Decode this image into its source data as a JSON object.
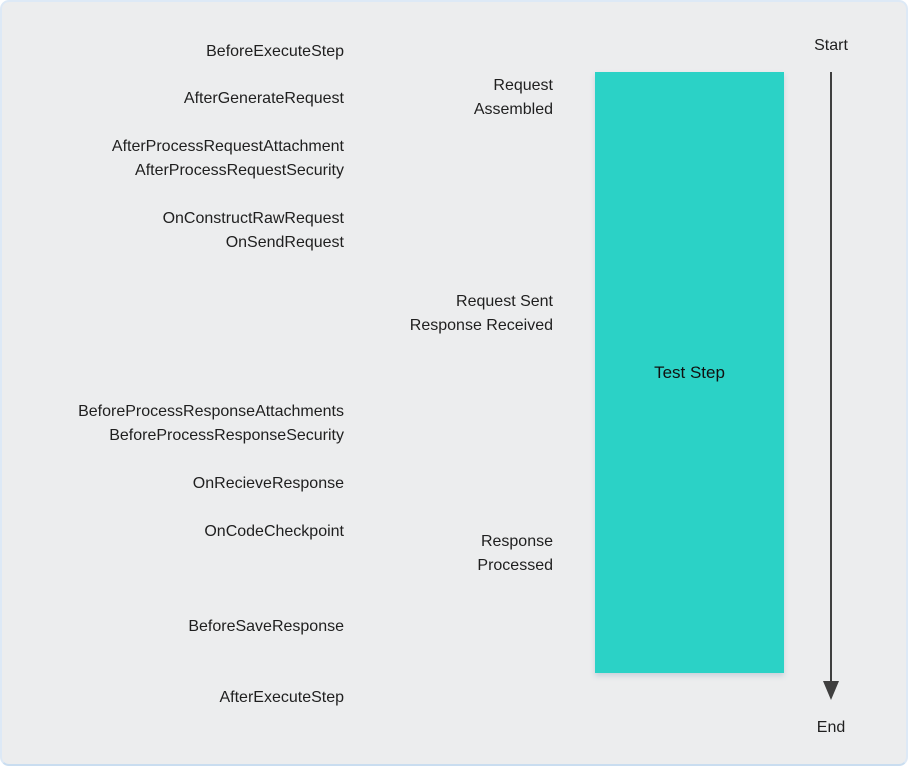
{
  "canvas": {
    "background_color": "#ECEDEE",
    "accent_color": "#2BD2C6",
    "arrow_color": "#3F3F3F",
    "text_color": "#1F1F1F"
  },
  "events": [
    {
      "label": "BeforeExecuteStep"
    },
    {
      "label": "AfterGenerateRequest"
    },
    {
      "label": "AfterProcessRequestAttachment\nAfterProcessRequestSecurity"
    },
    {
      "label": "OnConstructRawRequest\nOnSendRequest"
    },
    {
      "label": "BeforeProcessResponseAttachments\nBeforeProcessResponseSecurity"
    },
    {
      "label": "OnRecieveResponse"
    },
    {
      "label": "OnCodeCheckpoint"
    },
    {
      "label": "BeforeSaveResponse"
    },
    {
      "label": "AfterExecuteStep"
    }
  ],
  "states": [
    {
      "label": "Request\nAssembled"
    },
    {
      "label": "Request Sent\nResponse Received"
    },
    {
      "label": "Response\nProcessed"
    }
  ],
  "test_step": {
    "label": "Test Step"
  },
  "timeline": {
    "start_label": "Start",
    "end_label": "End"
  }
}
